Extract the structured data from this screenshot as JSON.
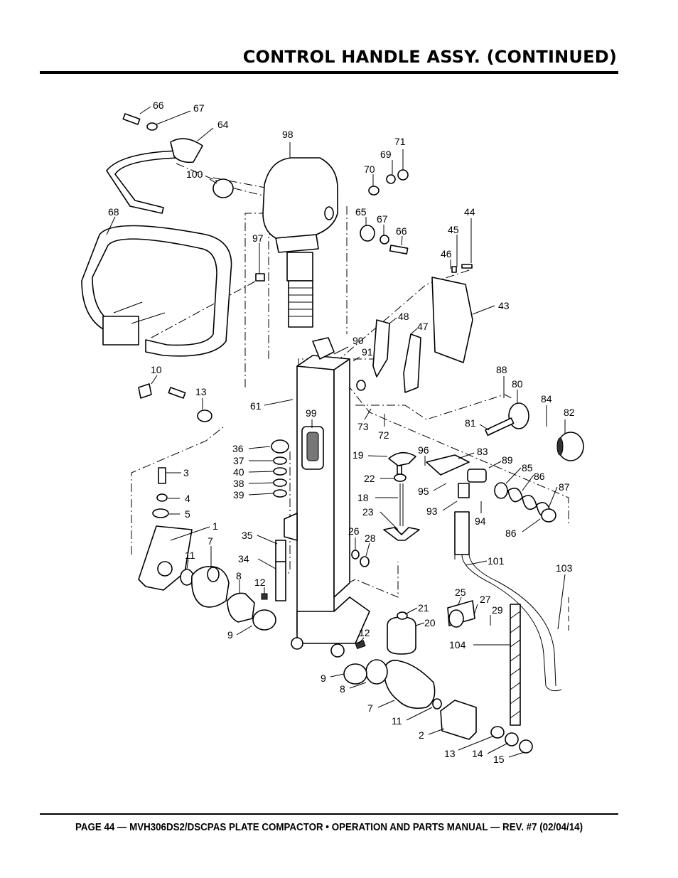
{
  "header": {
    "title": "CONTROL HANDLE ASSY. (CONTINUED)"
  },
  "footer": {
    "text": "PAGE 44 — MVH306DS2/DSCPAS PLATE COMPACTOR • OPERATION AND PARTS MANUAL — REV. #7 (02/04/14)"
  },
  "callouts": [
    "66",
    "67",
    "64",
    "98",
    "71",
    "69",
    "70",
    "100",
    "68",
    "65",
    "67",
    "66",
    "44",
    "97",
    "45",
    "46",
    "43",
    "48",
    "47",
    "90",
    "91",
    "88",
    "80",
    "84",
    "82",
    "10",
    "13",
    "61",
    "99",
    "73",
    "72",
    "81",
    "36",
    "83",
    "19",
    "96",
    "89",
    "37",
    "40",
    "38",
    "39",
    "3",
    "22",
    "85",
    "86",
    "87",
    "4",
    "5",
    "18",
    "95",
    "93",
    "23",
    "94",
    "86",
    "1",
    "35",
    "26",
    "28",
    "7",
    "11",
    "34",
    "101",
    "103",
    "8",
    "12",
    "25",
    "27",
    "21",
    "29",
    "20",
    "9",
    "12",
    "104",
    "9",
    "8",
    "7",
    "11",
    "2",
    "13",
    "14",
    "15"
  ]
}
